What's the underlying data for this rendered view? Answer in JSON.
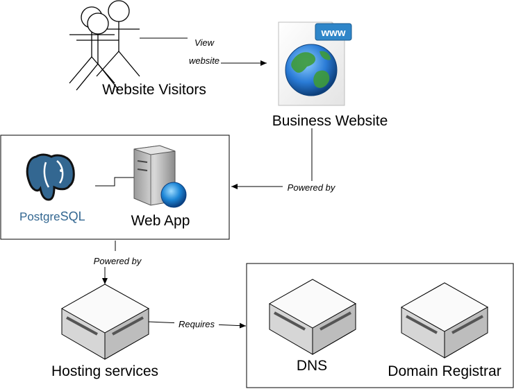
{
  "nodes": {
    "visitors": {
      "label": "Website Visitors"
    },
    "website": {
      "label": "Business Website",
      "badge": "www"
    },
    "postgres": {
      "label_prefix": "Postgre",
      "label_suffix": "SQL"
    },
    "webapp": {
      "label": "Web App"
    },
    "hosting": {
      "label": "Hosting services"
    },
    "dns": {
      "label": "DNS"
    },
    "registrar": {
      "label": "Domain Registrar"
    }
  },
  "edges": {
    "view_line1": "View",
    "view_line2": "website",
    "powered_by_website": "Powered by",
    "powered_by_app": "Powered by",
    "requires": "Requires"
  },
  "colors": {
    "server_top": "#fafafa",
    "server_left": "#d6d6d6",
    "server_right": "#bdbdbd",
    "postgres_blue": "#336791",
    "globe_ocean": "#2a7bd6",
    "globe_land": "#3e9a3a"
  }
}
